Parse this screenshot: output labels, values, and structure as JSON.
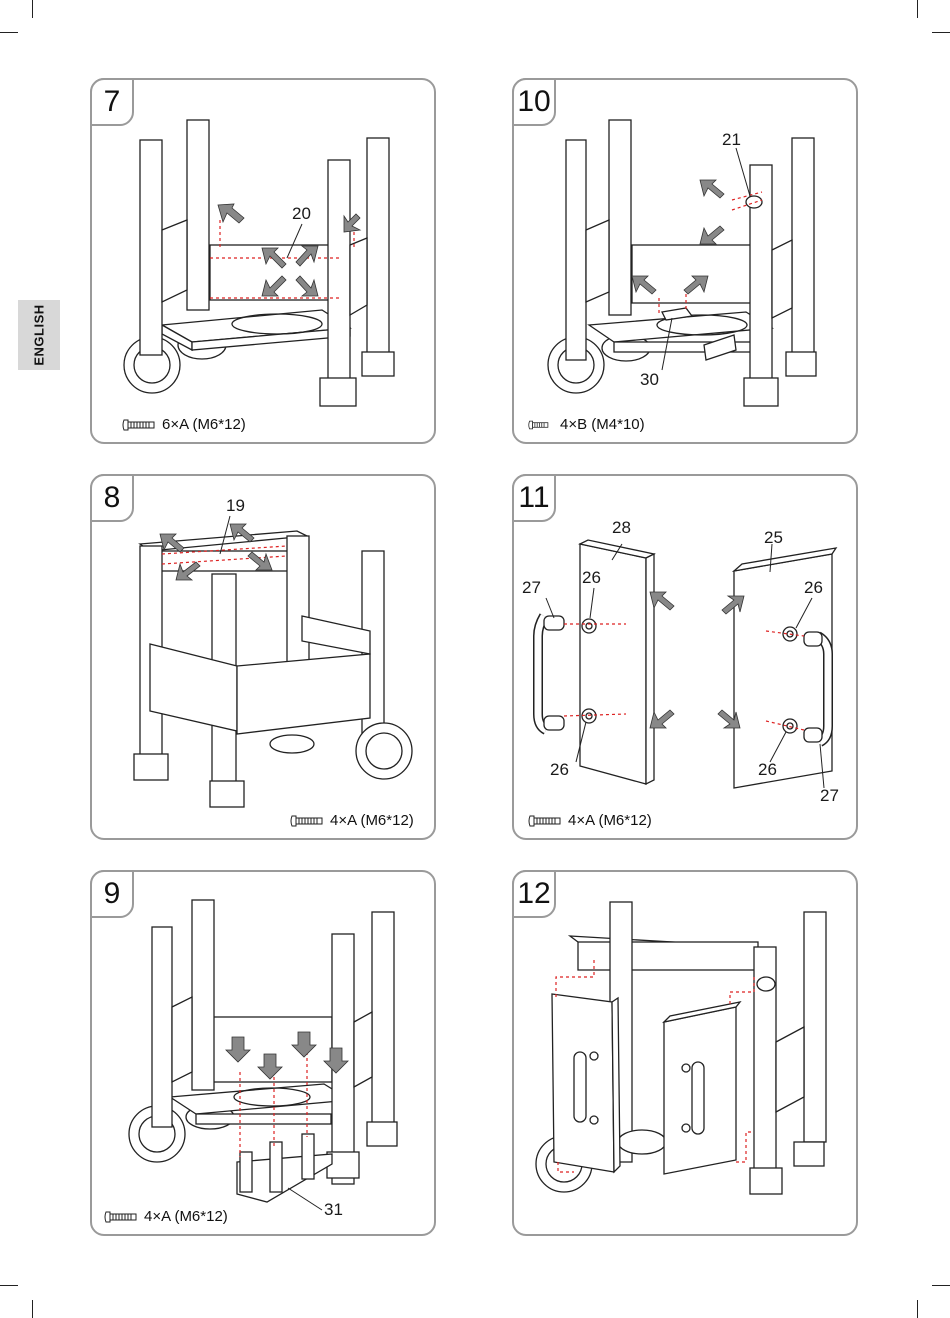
{
  "side_tab": "ENGLISH",
  "steps": {
    "s7": {
      "number": "7",
      "screws": "6×A (M6*12)",
      "labels": [
        "20"
      ]
    },
    "s8": {
      "number": "8",
      "screws": "4×A (M6*12)",
      "labels": [
        "19"
      ]
    },
    "s9": {
      "number": "9",
      "screws": "4×A (M6*12)",
      "labels": [
        "31"
      ]
    },
    "s10": {
      "number": "10",
      "screws": "4×B (M4*10)",
      "labels": [
        "21",
        "30"
      ]
    },
    "s11": {
      "number": "11",
      "screws": "4×A (M6*12)",
      "labels": [
        "28",
        "25",
        "27",
        "26",
        "26",
        "26",
        "26",
        "27"
      ]
    },
    "s12": {
      "number": "12"
    }
  }
}
